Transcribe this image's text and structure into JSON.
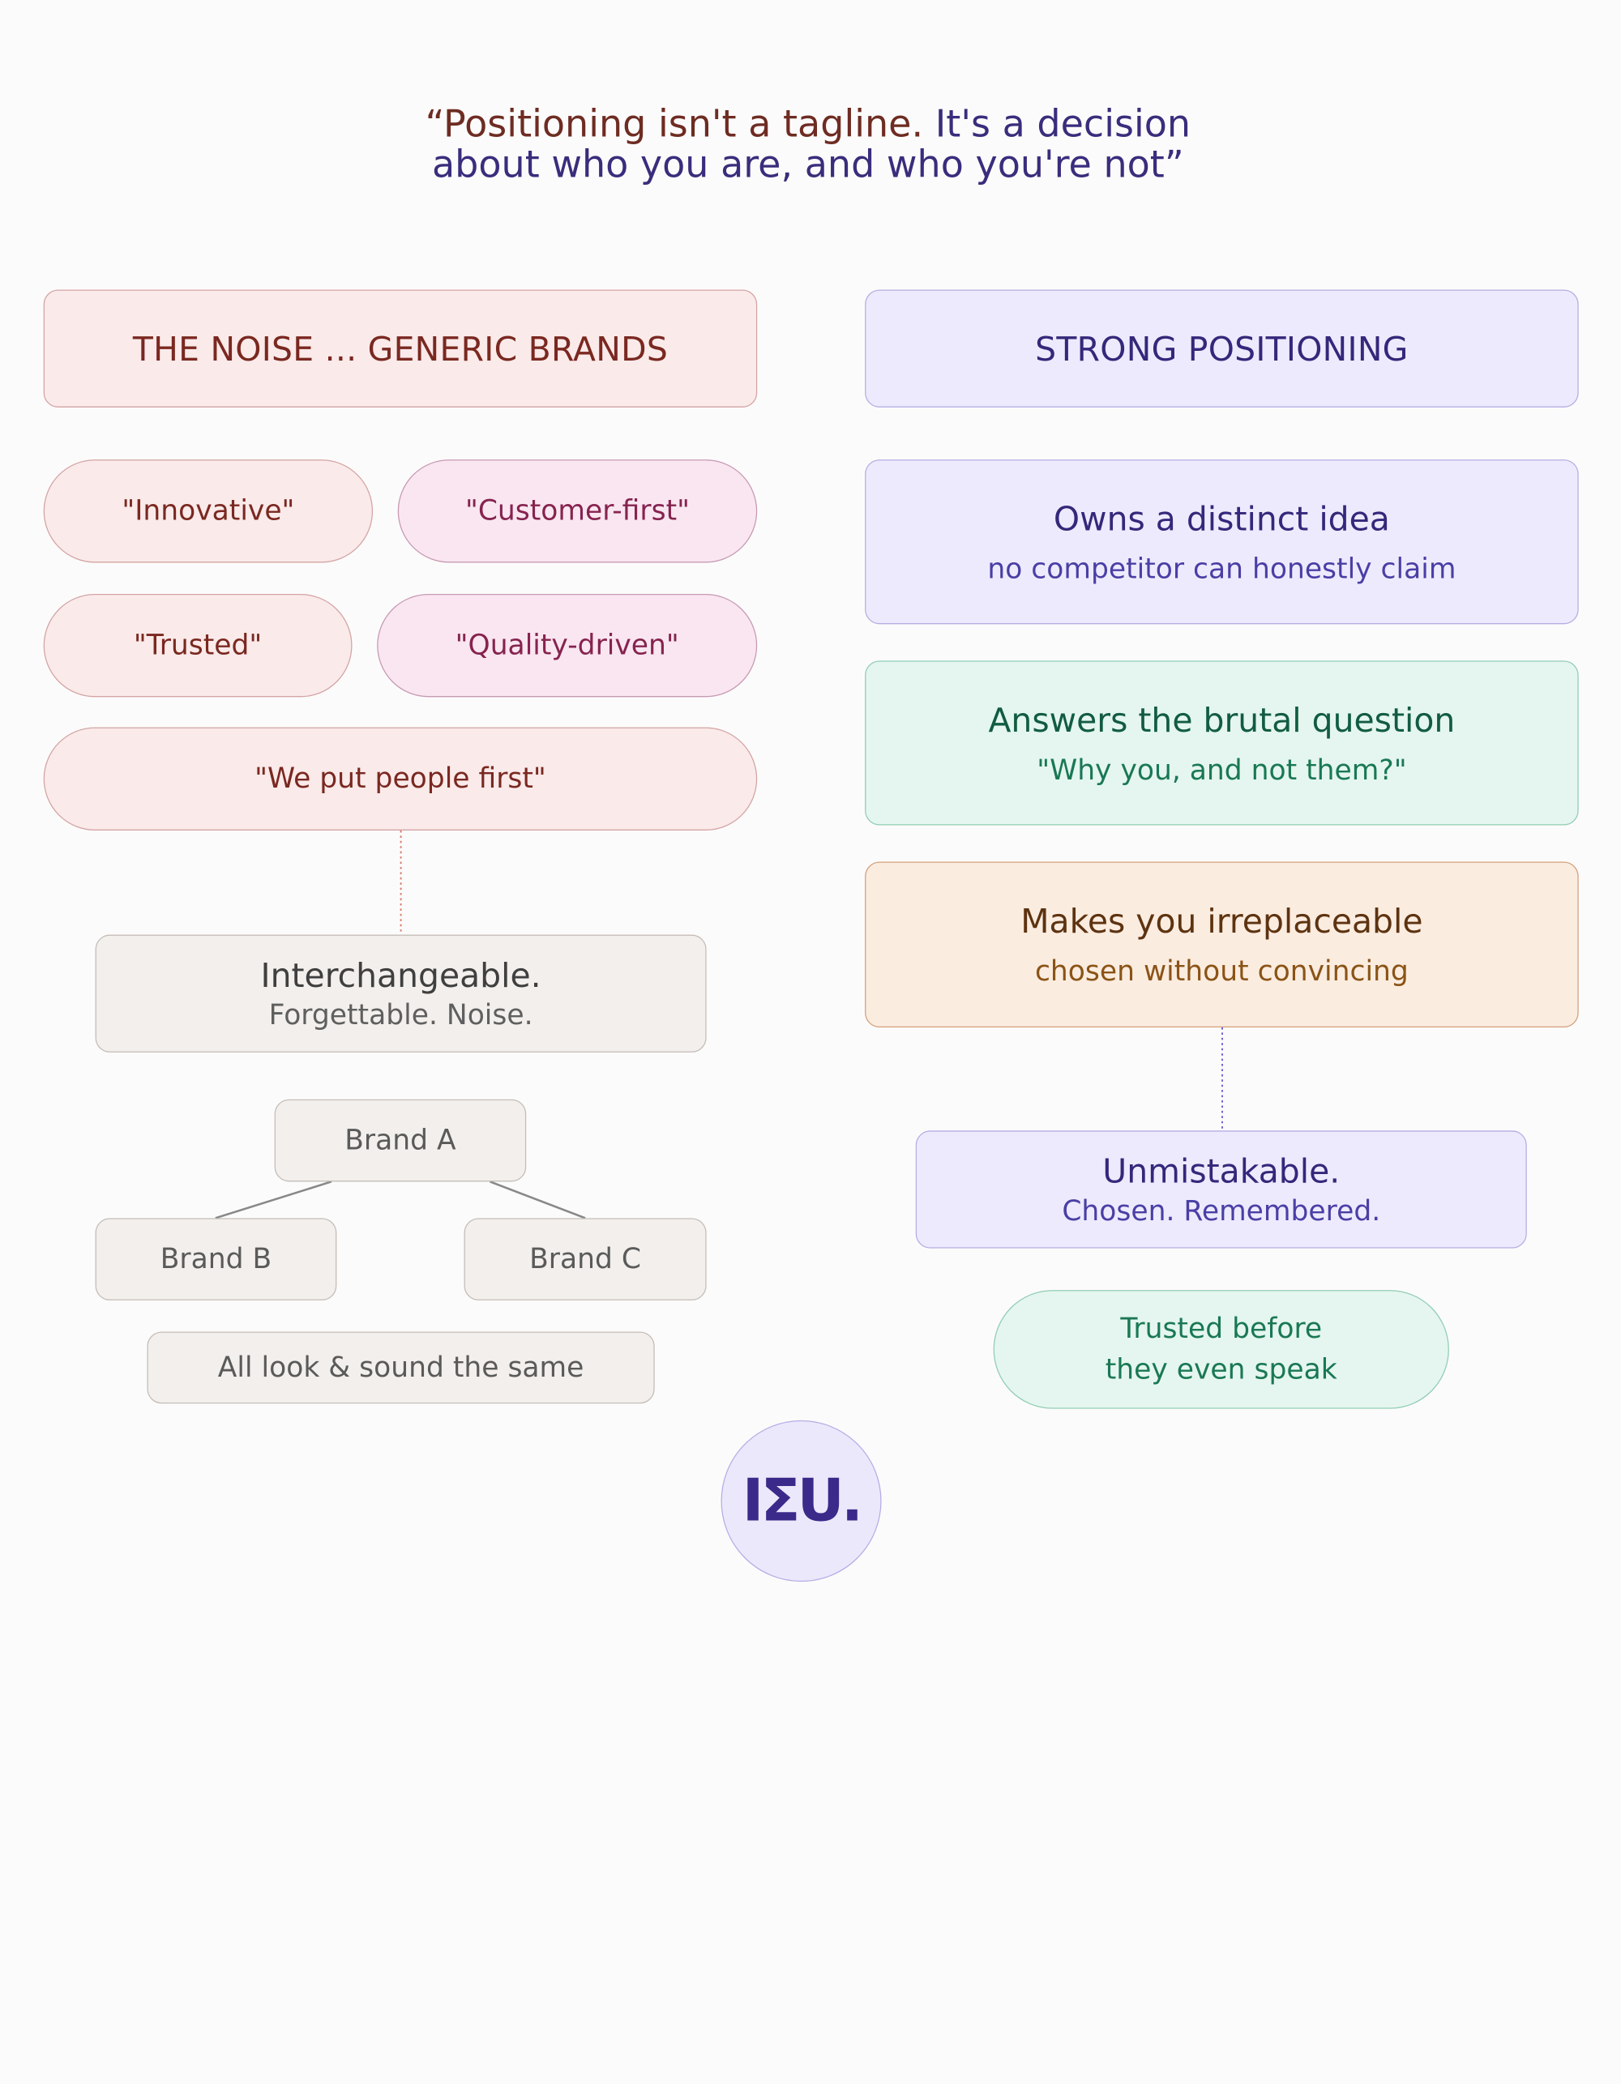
{
  "quote": {
    "line1_part1": "“Positioning isn't a tagline.",
    "line1_part2": " It's a decision",
    "line2": "about who you are, and who you're not”"
  },
  "left": {
    "header": "THE NOISE ... GENERIC BRANDS",
    "tags": [
      "\"Innovative\"",
      "\"Customer-first\"",
      "\"Trusted\"",
      "\"Quality-driven\"",
      "\"We put people first\""
    ],
    "result": {
      "title": "Interchangeable.",
      "subtitle": "Forgettable. Noise."
    },
    "brands": [
      "Brand A",
      "Brand B",
      "Brand C"
    ],
    "footer": "All look & sound the same"
  },
  "right": {
    "header": "STRONG POSITIONING",
    "cards": [
      {
        "title": "Owns a distinct idea",
        "subtitle": "no competitor can honestly claim"
      },
      {
        "title": "Answers the brutal question",
        "subtitle": "\"Why you, and not them?\""
      },
      {
        "title": "Makes you irreplaceable",
        "subtitle": "chosen without convincing"
      }
    ],
    "result": {
      "title": "Unmistakable.",
      "subtitle": "Chosen. Remembered."
    },
    "footer_line1": "Trusted before",
    "footer_line2": "they even speak"
  },
  "logo": {
    "text": "IΣU."
  },
  "colors": {
    "rose": "#faeaea",
    "pink": "#f9e6f1",
    "lavender": "#edeafd",
    "mint": "#e4f6ef",
    "peach": "#fbece0",
    "gray": "#f2efec",
    "dark_red": "#6e2c22",
    "dark_purple": "#3a2d7c"
  }
}
